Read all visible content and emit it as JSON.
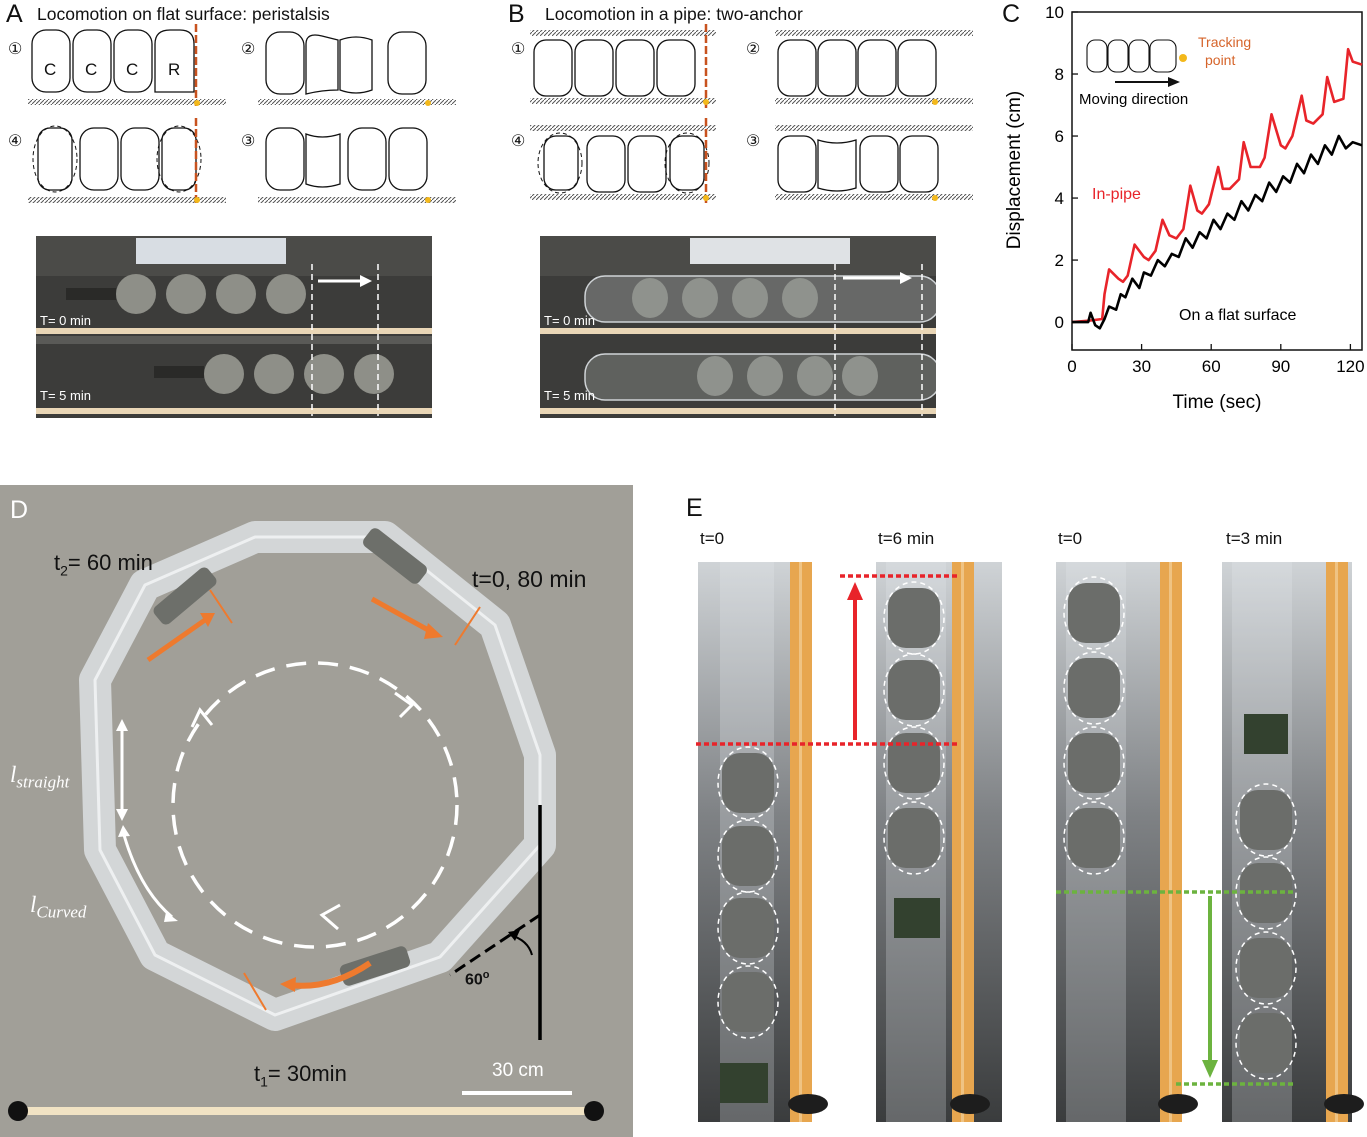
{
  "panel_a": {
    "letter": "A",
    "title": "Locomotion on flat surface: peristalsis",
    "steps": [
      "①",
      "②",
      "③",
      "④"
    ],
    "segment_labels": [
      "C",
      "C",
      "C",
      "R"
    ],
    "photo_times": [
      "T= 0 min",
      "T= 5 min"
    ]
  },
  "panel_b": {
    "letter": "B",
    "title": "Locomotion in a pipe: two-anchor",
    "steps": [
      "①",
      "②",
      "③",
      "④"
    ],
    "photo_times": [
      "T= 0 min",
      "T= 5 min"
    ]
  },
  "panel_c": {
    "letter": "C",
    "tracking_label_1": "Tracking",
    "tracking_label_2": "point",
    "moving_direction": "Moving direction",
    "label_in_pipe": "In-pipe",
    "label_flat": "On a flat surface"
  },
  "panel_d": {
    "letter": "D",
    "t2": "t",
    "t2_sub": "2",
    "t2_rest": "= 60 min",
    "t0": "t=0, 80 min",
    "t1": "t",
    "t1_sub": "1",
    "t1_rest": "= 30min",
    "l_straight": "l",
    "l_straight_sub": "straight",
    "l_curved": "l",
    "l_curved_sub": "Curved",
    "angle": "60",
    "angle_sup": "o",
    "scale": "30 cm"
  },
  "panel_e": {
    "letter": "E",
    "labels": [
      "t=0",
      "t=6 min",
      "t=0",
      "t=3 min"
    ]
  },
  "colors": {
    "in_pipe": "#e8242a",
    "flat": "#000000",
    "orange": "#ee7a2e",
    "dash_red": "#e8242a",
    "dash_green": "#6cb33f",
    "tracking": "#f3b81b"
  },
  "chart_data": {
    "type": "line",
    "xlabel": "Time (sec)",
    "ylabel": "Displacement (cm)",
    "xlim": [
      0,
      125
    ],
    "ylim": [
      -0.9,
      10
    ],
    "xticks": [
      0,
      30,
      60,
      90,
      120
    ],
    "yticks": [
      0,
      2,
      4,
      6,
      8,
      10
    ],
    "grid": false,
    "series": [
      {
        "name": "In-pipe",
        "color": "#e8242a",
        "x": [
          0,
          8,
          13,
          14,
          16,
          20,
          22,
          24,
          27,
          31,
          33,
          36,
          39,
          42,
          45,
          48,
          51,
          54,
          56,
          59,
          63,
          65,
          68,
          72,
          74,
          77,
          81,
          83,
          86,
          90,
          92,
          95,
          99,
          101,
          104,
          108,
          110,
          113,
          117,
          119,
          121,
          125
        ],
        "y": [
          0,
          0.05,
          0.1,
          0.9,
          1.7,
          1.4,
          1.3,
          1.5,
          2.5,
          2.1,
          2.0,
          2.3,
          3.3,
          2.8,
          2.7,
          3.0,
          4.4,
          3.6,
          3.5,
          3.8,
          5.0,
          4.3,
          4.3,
          4.6,
          5.8,
          5.0,
          5.0,
          5.3,
          6.7,
          5.7,
          5.6,
          6.0,
          7.3,
          6.5,
          6.4,
          6.7,
          7.9,
          7.1,
          7.2,
          8.8,
          8.4,
          8.3
        ]
      },
      {
        "name": "On a flat surface",
        "color": "#000000",
        "x": [
          0,
          7,
          8,
          10,
          12,
          14,
          16,
          19,
          21,
          23,
          26,
          29,
          31,
          34,
          37,
          40,
          43,
          46,
          49,
          52,
          55,
          58,
          61,
          64,
          67,
          70,
          73,
          76,
          79,
          82,
          85,
          88,
          91,
          94,
          97,
          100,
          103,
          106,
          109,
          112,
          115,
          118,
          121,
          125
        ],
        "y": [
          0,
          0,
          0.3,
          -0.1,
          -0.2,
          0.1,
          0.5,
          0.4,
          0.9,
          0.8,
          1.4,
          1.1,
          1.6,
          1.5,
          2.0,
          1.8,
          2.2,
          2.1,
          2.7,
          2.4,
          2.9,
          2.7,
          3.3,
          3.0,
          3.5,
          3.3,
          3.9,
          3.6,
          4.1,
          3.9,
          4.5,
          4.2,
          4.7,
          4.5,
          5.1,
          4.8,
          5.4,
          5.1,
          5.7,
          5.4,
          6.0,
          5.6,
          5.8,
          5.7
        ]
      }
    ]
  }
}
